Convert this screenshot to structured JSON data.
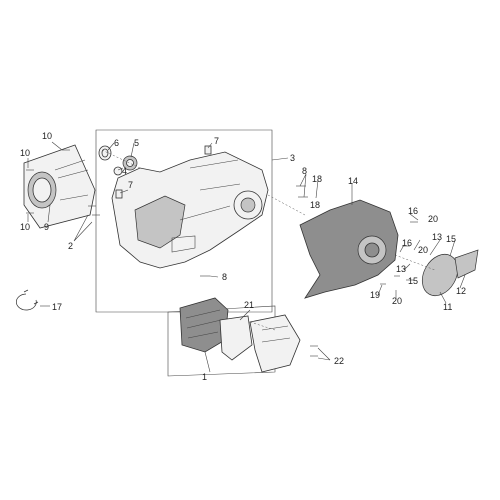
{
  "diagram": {
    "labels": {
      "l1": "1",
      "l2": "2",
      "l3": "3",
      "l4": "4",
      "l5": "5",
      "l6": "6",
      "l7a": "7",
      "l7b": "7",
      "l8a": "8",
      "l8b": "8",
      "l9": "9",
      "l10a": "10",
      "l10b": "10",
      "l10c": "10",
      "l11": "11",
      "l12": "12",
      "l13a": "13",
      "l13b": "13",
      "l14": "14",
      "l15a": "15",
      "l15b": "15",
      "l16a": "16",
      "l16b": "16",
      "l17": "17",
      "l18a": "18",
      "l18b": "18",
      "l19": "19",
      "l20a": "20",
      "l20b": "20",
      "l20c": "20",
      "l21": "21",
      "l22": "22"
    }
  }
}
